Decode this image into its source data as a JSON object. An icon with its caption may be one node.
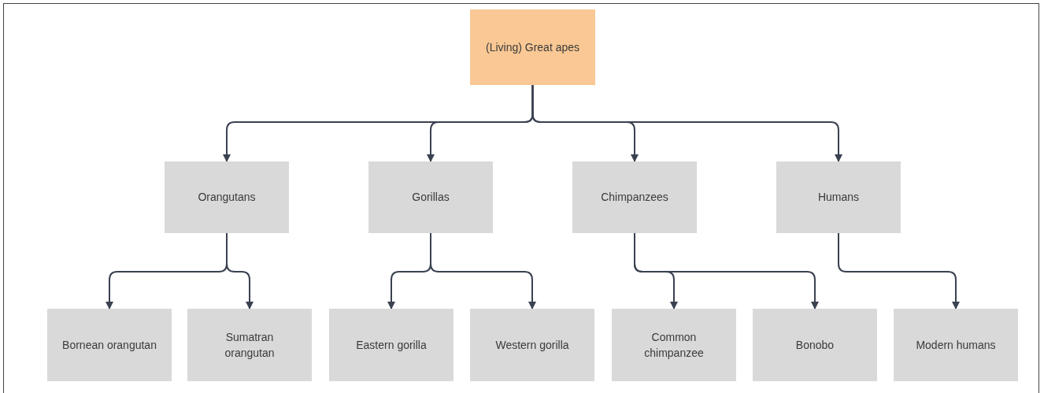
{
  "diagram": {
    "nodes": [
      {
        "text": [
          "(Living) Great apes"
        ]
      },
      {
        "text": [
          "Orangutans"
        ]
      },
      {
        "text": [
          "Gorillas"
        ]
      },
      {
        "text": [
          "Chimpanzees"
        ]
      },
      {
        "text": [
          "Humans"
        ]
      },
      {
        "text": [
          "Bornean orangutan"
        ]
      },
      {
        "text": [
          "Sumatran orangutan"
        ]
      },
      {
        "text": [
          "Eastern gorilla"
        ]
      },
      {
        "text": [
          "Western gorilla"
        ]
      },
      {
        "text": [
          "Common chimpanzee"
        ]
      },
      {
        "text": [
          "Bonobo"
        ]
      },
      {
        "text": [
          "Modern humans"
        ]
      }
    ],
    "edges": [
      {
        "from": 0,
        "to": 1,
        "arrow": "to"
      },
      {
        "from": 0,
        "to": 2,
        "arrow": "to"
      },
      {
        "from": 0,
        "to": 3,
        "arrow": "to"
      },
      {
        "from": 0,
        "to": 4,
        "arrow": "to"
      },
      {
        "from": 1,
        "to": 5,
        "arrow": "to"
      },
      {
        "from": 1,
        "to": 6,
        "arrow": "to"
      },
      {
        "from": 2,
        "to": 7,
        "arrow": "to"
      },
      {
        "from": 2,
        "to": 8,
        "arrow": "to"
      },
      {
        "from": 3,
        "to": 9,
        "arrow": "to"
      },
      {
        "from": 3,
        "to": 10,
        "arrow": "to"
      },
      {
        "from": 4,
        "to": 11,
        "arrow": "to"
      }
    ]
  }
}
